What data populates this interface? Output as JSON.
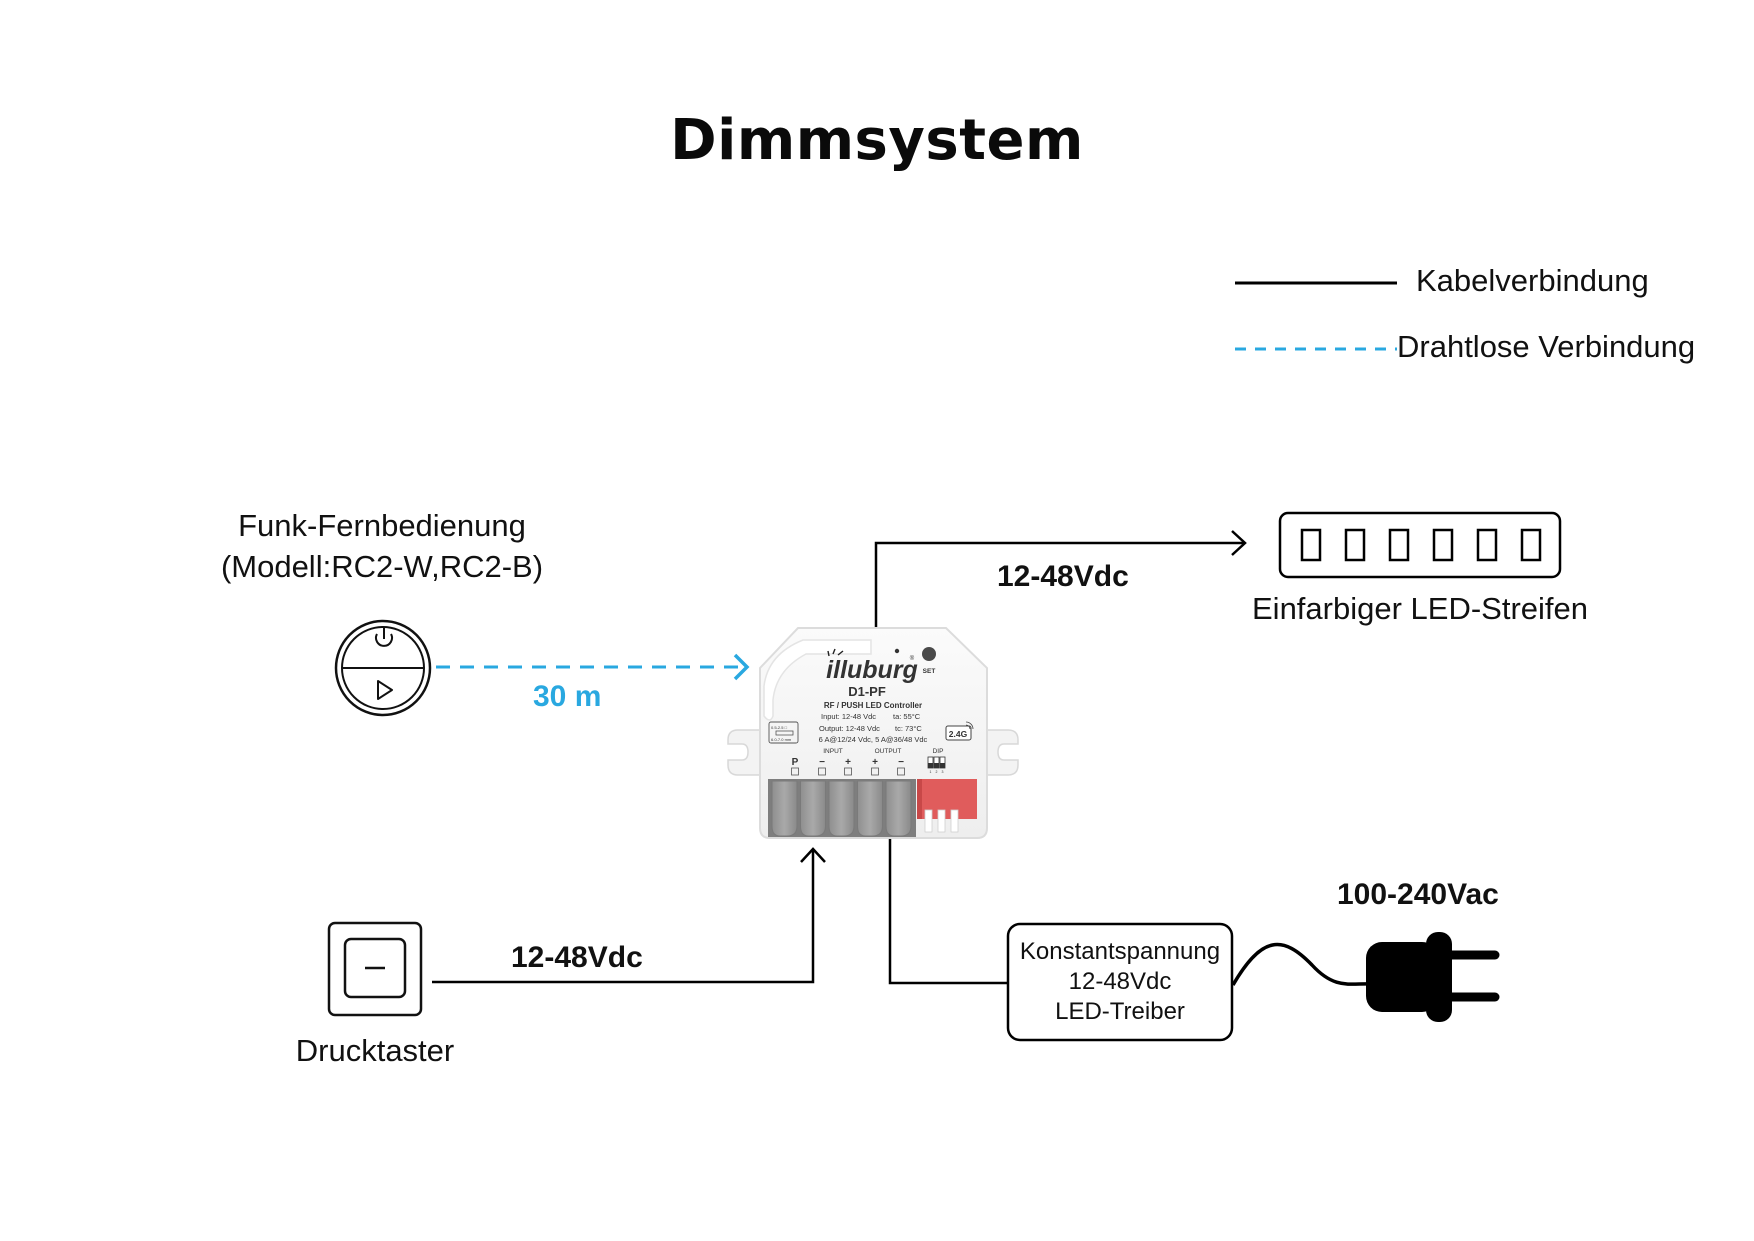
{
  "title": "Dimmsystem",
  "legend": {
    "items": [
      {
        "label": "Kabelverbindung",
        "style": "solid",
        "color": "#000000"
      },
      {
        "label": "Drahtlose Verbindung",
        "style": "dashed",
        "color": "#29a8e0"
      }
    ]
  },
  "remote": {
    "title_line1": "Funk-Fernbedienung",
    "title_line2": "(Modell:RC2-W,RC2-B)",
    "buttons": [
      "power-icon",
      "play-icon"
    ]
  },
  "wireless_link": {
    "distance": "30 m",
    "color": "#29a8e0"
  },
  "controller": {
    "brand": "illuburg",
    "model": "D1-PF",
    "subtitle": "RF / PUSH LED Controller",
    "spec_input": "Input: 12-48 Vdc",
    "spec_ta": "ta: 55°C",
    "spec_output": "Output: 12-48 Vdc",
    "spec_tc": "tc: 73°C",
    "spec_current": "6 A@12/24 Vdc, 5 A@36/48 Vdc",
    "set_label": "SET",
    "rf_badge": "2.4G",
    "gauge_line1": "0.5-2.5 □",
    "gauge_line2": "6.0-7.0 mm",
    "group_input": "INPUT",
    "group_output": "OUTPUT",
    "group_dip": "DIP",
    "terminals": [
      "P",
      "−",
      "+",
      "+",
      "−"
    ],
    "dip_numbers": [
      "1",
      "2",
      "3"
    ]
  },
  "led_strip": {
    "label": "Einfarbiger LED-Streifen",
    "voltage": "12-48Vdc",
    "led_count": 6
  },
  "push_button": {
    "label": "Drucktaster",
    "voltage": "12-48Vdc"
  },
  "driver": {
    "line1": "Konstantspannung",
    "line2": "12-48Vdc",
    "line3": "LED-Treiber"
  },
  "mains": {
    "voltage": "100-240Vac"
  }
}
